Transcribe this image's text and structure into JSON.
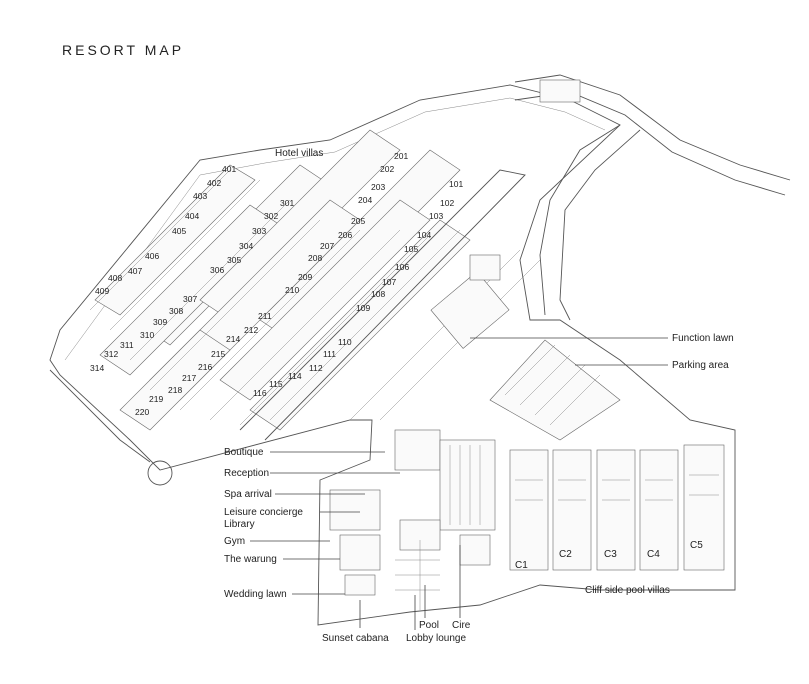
{
  "title": "RESORT MAP",
  "areas": {
    "hotel_villas": "Hotel villas",
    "function_lawn": "Function lawn",
    "parking_area": "Parking area",
    "cliff_villas": "Cliff side pool villas"
  },
  "facilities": {
    "boutique": "Boutique",
    "reception": "Reception",
    "spa_arrival": "Spa arrival",
    "leisure_concierge": "Leisure concierge",
    "library": "Library",
    "gym": "Gym",
    "warung": "The warung",
    "wedding_lawn": "Wedding lawn",
    "sunset_cabana": "Sunset cabana",
    "pool": "Pool",
    "lobby_lounge": "Lobby lounge",
    "cire": "Cire"
  },
  "rooms": [
    "401",
    "402",
    "403",
    "404",
    "405",
    "406",
    "407",
    "408",
    "409",
    "301",
    "302",
    "303",
    "304",
    "305",
    "306",
    "307",
    "308",
    "309",
    "310",
    "311",
    "312",
    "314",
    "201",
    "202",
    "203",
    "204",
    "205",
    "206",
    "207",
    "208",
    "209",
    "210",
    "211",
    "212",
    "214",
    "215",
    "216",
    "217",
    "218",
    "219",
    "220",
    "101",
    "102",
    "103",
    "104",
    "105",
    "106",
    "107",
    "108",
    "109",
    "110",
    "111",
    "112",
    "114",
    "115",
    "116"
  ],
  "cliff_villas": [
    "C1",
    "C2",
    "C3",
    "C4",
    "C5"
  ]
}
